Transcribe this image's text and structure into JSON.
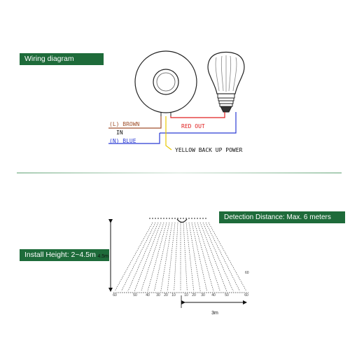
{
  "labels": {
    "wiring_diagram": "Wiring diagram",
    "detection_distance": "Detection Distance: Max. 6 meters",
    "install_height": "Install Height: 2~4.5m"
  },
  "wiring": {
    "brown": "(L) BROWN",
    "in": "IN",
    "blue": "(N) BLUE",
    "red_out": "RED OUT",
    "yellow": "YELLOW BACK UP POWER"
  },
  "detection": {
    "height_label": "4.5m",
    "distance_label": "3m",
    "side_angle_label": "60",
    "ticks": [
      "60",
      "50",
      "40",
      "30",
      "20",
      "10",
      "10",
      "20",
      "30",
      "40",
      "50",
      "60"
    ]
  },
  "colors": {
    "tag_green": "#1e6b3a",
    "brown_wire": "#a0522d",
    "blue_wire": "#2b3bd4",
    "red_wire": "#e02020",
    "yellow_wire": "#e8c800"
  }
}
